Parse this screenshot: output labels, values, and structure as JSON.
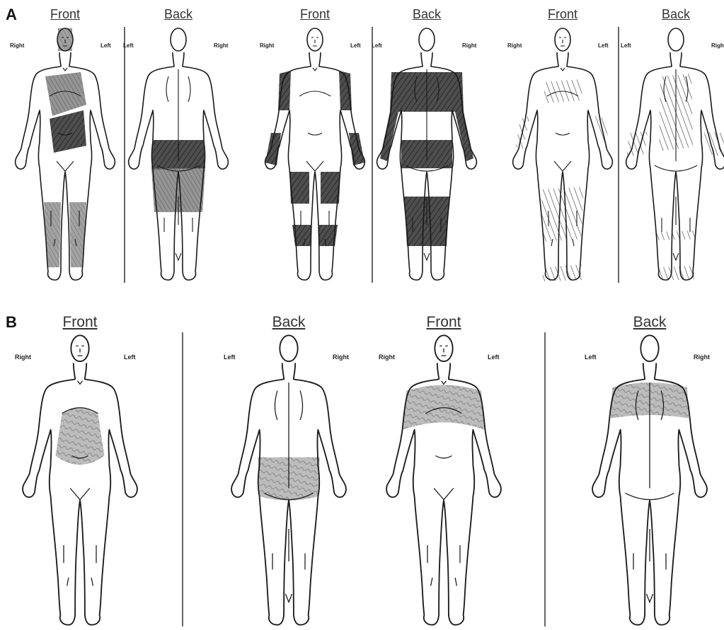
{
  "panels": [
    {
      "letter": "A",
      "figures": [
        {
          "view": "Front",
          "left_side": "Right",
          "right_side": "Left"
        },
        {
          "view": "Back",
          "left_side": "Left",
          "right_side": "Right"
        },
        {
          "view": "Front",
          "left_side": "Right",
          "right_side": "Left"
        },
        {
          "view": "Back",
          "left_side": "Left",
          "right_side": "Right"
        },
        {
          "view": "Front",
          "left_side": "Right",
          "right_side": "Left"
        },
        {
          "view": "Back",
          "left_side": "Left",
          "right_side": "Right"
        }
      ]
    },
    {
      "letter": "B",
      "figures": [
        {
          "view": "Front",
          "left_side": "Right",
          "right_side": "Left"
        },
        {
          "view": "Back",
          "left_side": "Left",
          "right_side": "Right"
        },
        {
          "view": "Front",
          "left_side": "Right",
          "right_side": "Left"
        },
        {
          "view": "Back",
          "left_side": "Left",
          "right_side": "Right"
        }
      ]
    }
  ],
  "colors": {
    "outline": "#1a1a1a",
    "shade_dark": "#2b2b2b",
    "shade_light": "#9a9a9a"
  }
}
